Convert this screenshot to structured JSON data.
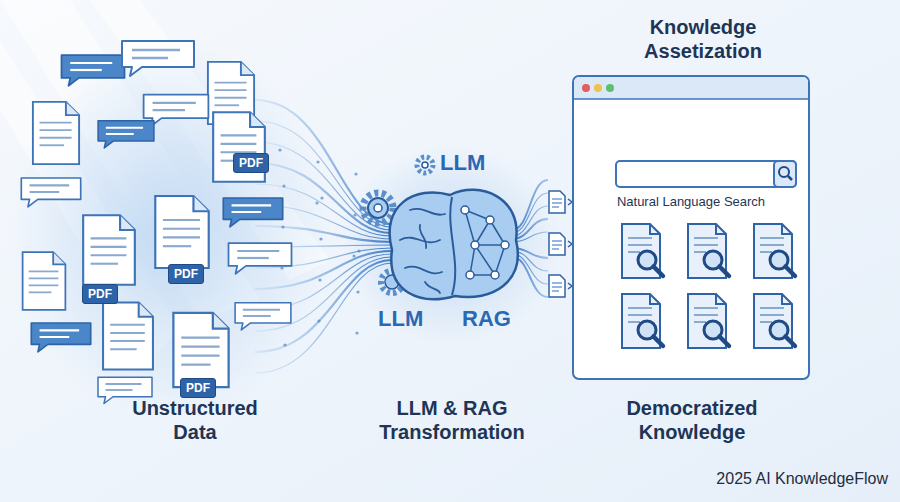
{
  "diagram": {
    "nodes": [
      {
        "text": [
          "PDF"
        ]
      },
      {
        "text": [
          "PDF"
        ]
      },
      {
        "text": [
          "PDF"
        ]
      },
      {
        "text": [
          "PDF"
        ]
      },
      {
        "text": [
          "Knowledge Assetization",
          "Natural Language Search"
        ]
      }
    ],
    "labels": [
      "LLM",
      "LLM",
      "RAG",
      "Unstructured Data",
      "LLM & RAG Transformation",
      "Democratized Knowledge",
      "2025 AI KnowledgeFlow"
    ]
  }
}
